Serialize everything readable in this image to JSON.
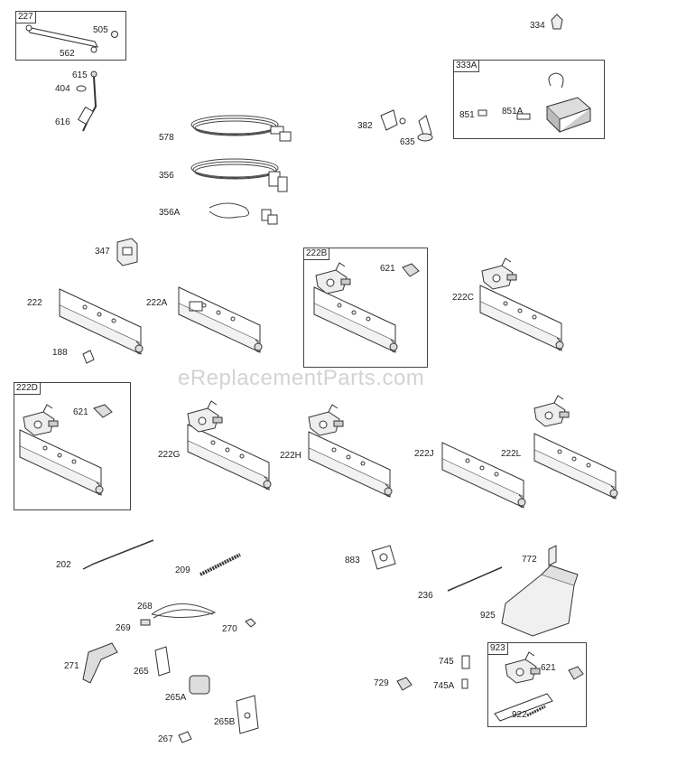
{
  "watermark": "eReplacementParts.com",
  "boxes": {
    "b227": "227",
    "b333A": "333A",
    "b222B": "222B",
    "b222D": "222D",
    "b923": "923"
  },
  "labels": {
    "l505": "505",
    "l562": "562",
    "l615": "615",
    "l404": "404",
    "l616": "616",
    "l578": "578",
    "l356": "356",
    "l356A": "356A",
    "l334": "334",
    "l382": "382",
    "l635": "635",
    "l851": "851",
    "l851A": "851A",
    "l347": "347",
    "l222": "222",
    "l188": "188",
    "l222A": "222A",
    "l621a": "621",
    "l222C": "222C",
    "l621b": "621",
    "l222G": "222G",
    "l222H": "222H",
    "l222J": "222J",
    "l222L": "222L",
    "l202": "202",
    "l209": "209",
    "l268": "268",
    "l269": "269",
    "l270": "270",
    "l271": "271",
    "l265": "265",
    "l265A": "265A",
    "l265B": "265B",
    "l267": "267",
    "l883": "883",
    "l772": "772",
    "l236": "236",
    "l925": "925",
    "l745": "745",
    "l729": "729",
    "l745A": "745A",
    "l621c": "621",
    "l922": "922"
  }
}
